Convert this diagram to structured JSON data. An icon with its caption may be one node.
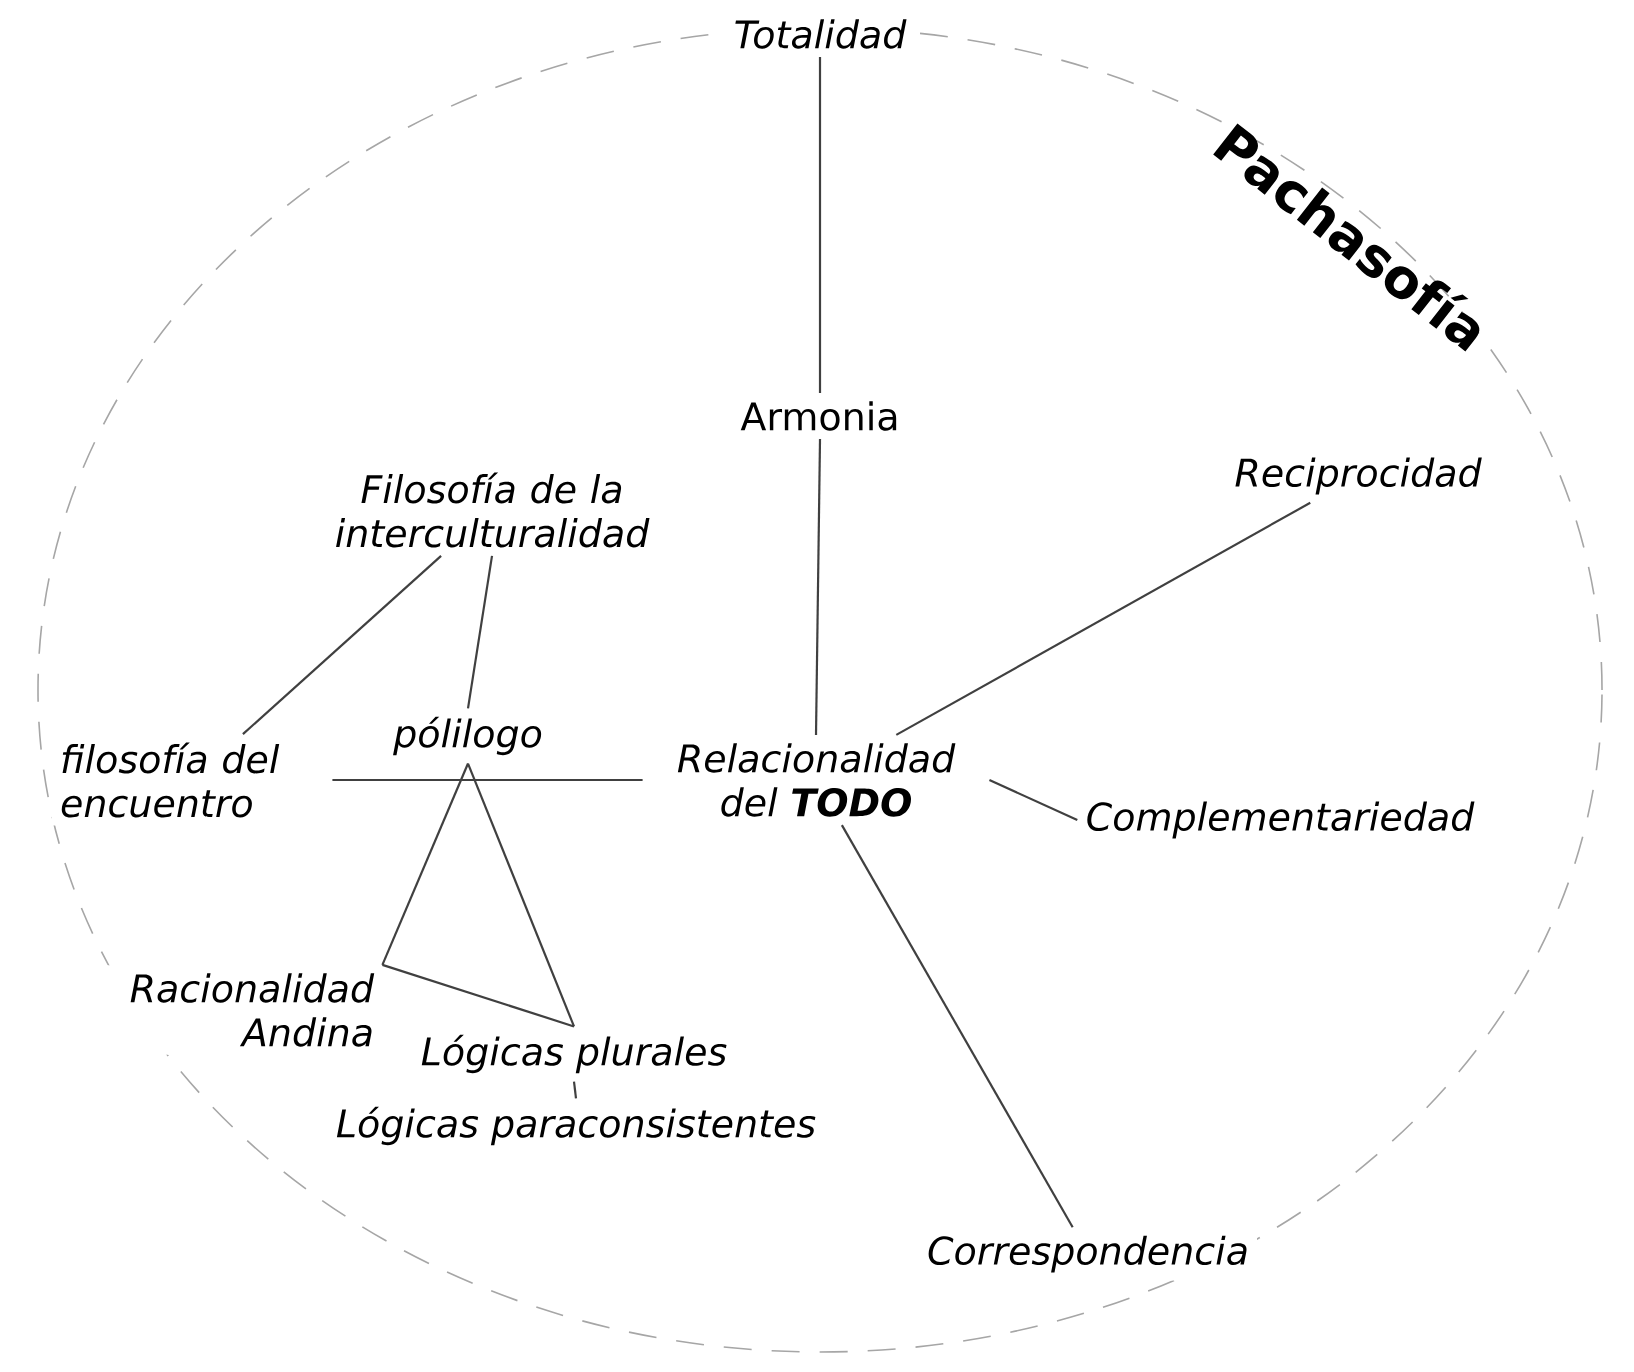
{
  "diagram": {
    "nodes": [
      {
        "text": [
          "Pachasofía"
        ]
      },
      {
        "text": [
          "Totalidad"
        ],
        "in": 0
      },
      {
        "text": [
          "Armonia"
        ],
        "in": 0
      },
      {
        "text": [
          "Reciprocidad"
        ],
        "in": 0
      },
      {
        "text": [
          "Filosofía de la interculturalidad"
        ],
        "in": 0
      },
      {
        "text": [
          "pólilogo"
        ],
        "in": 0
      },
      {
        "text": [
          "filosofía del encuentro"
        ],
        "in": 0
      },
      {
        "text": [
          "Relacionalidad del **TODO**"
        ],
        "in": 0
      },
      {
        "text": [
          "Complementariedad"
        ],
        "in": 0
      },
      {
        "text": [
          "Racionalidad Andina"
        ],
        "in": 0
      },
      {
        "text": [
          "Lógicas plurales"
        ],
        "in": 0
      },
      {
        "text": [
          "Lógicas paraconsistentes"
        ],
        "in": 0
      },
      {
        "text": [
          "Correspondencia"
        ],
        "in": 0
      }
    ],
    "edges": [
      {
        "from": 1,
        "to": 2,
        "arrow": "none"
      },
      {
        "from": 2,
        "to": 7,
        "arrow": "none"
      },
      {
        "from": 7,
        "to": 3,
        "arrow": "none"
      },
      {
        "from": 7,
        "to": 8,
        "arrow": "none"
      },
      {
        "from": 7,
        "to": 12,
        "arrow": "none"
      },
      {
        "from": 4,
        "to": 5,
        "arrow": "none"
      },
      {
        "from": 4,
        "to": 6,
        "arrow": "none"
      },
      {
        "from": 6,
        "to": 7,
        "arrow": "none"
      },
      {
        "from": 5,
        "to": 9,
        "arrow": "none"
      },
      {
        "from": 5,
        "to": 10,
        "arrow": "none"
      },
      {
        "from": 9,
        "to": 10,
        "arrow": "none"
      },
      {
        "from": 10,
        "to": 11,
        "arrow": "none"
      }
    ]
  }
}
